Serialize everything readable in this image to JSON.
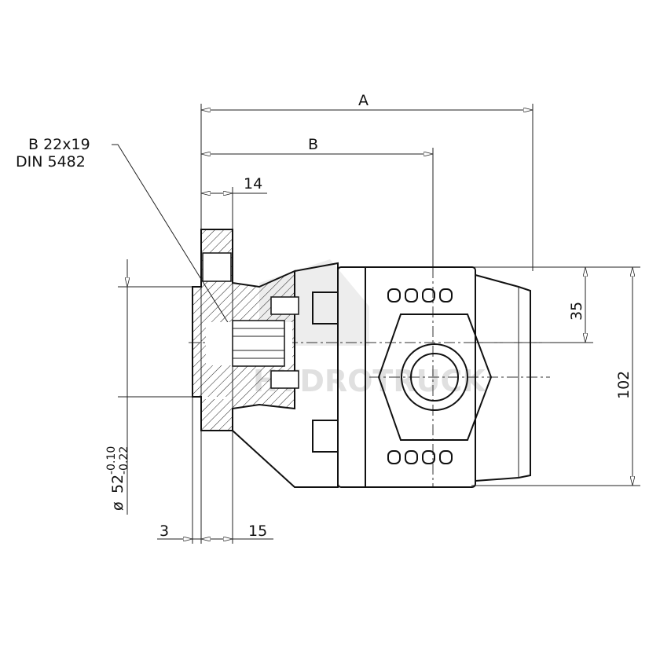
{
  "drawing": {
    "dim_a": "A",
    "dim_b": "B",
    "dim_14": "14",
    "dim_35": "35",
    "dim_102": "102",
    "dim_3": "3",
    "dim_15": "15",
    "spline_line1": "B 22x19",
    "spline_line2": "DIN 5482",
    "diameter_symbol": "ø",
    "diameter_value": "52",
    "tol_upper": "-0.10",
    "tol_lower": "-0.22"
  },
  "watermark": "HYDROTRUCK"
}
